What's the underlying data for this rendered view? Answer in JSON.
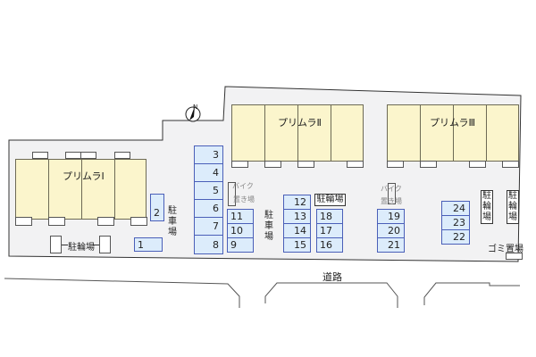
{
  "map": {
    "compass": {
      "label": "N",
      "icon": "north-arrow-icon"
    },
    "buildings": [
      {
        "name": "プリムラⅠ"
      },
      {
        "name": "プリムラⅡ"
      },
      {
        "name": "プリムラⅢ"
      }
    ],
    "parking_label": "駐車場",
    "parking_label_chars": [
      "駐",
      "車",
      "場"
    ],
    "bicycle_parking_label": "駐輪場",
    "bicycle_parking_chars": [
      "駐",
      "輪",
      "場"
    ],
    "bike_storage_lines": [
      "バイク",
      "置き場"
    ],
    "garbage_label": "ゴミ置場",
    "road_label": "道路",
    "parking_spaces": [
      "1",
      "2",
      "3",
      "4",
      "5",
      "6",
      "7",
      "8",
      "9",
      "10",
      "11",
      "12",
      "13",
      "14",
      "15",
      "16",
      "17",
      "18",
      "19",
      "20",
      "21",
      "22",
      "23",
      "24"
    ],
    "colors": {
      "building_fill": "#fbf5cc",
      "site_fill": "#f2f2f3",
      "parking_fill": "#dcecfb",
      "parking_border": "#4a5fb8"
    }
  }
}
